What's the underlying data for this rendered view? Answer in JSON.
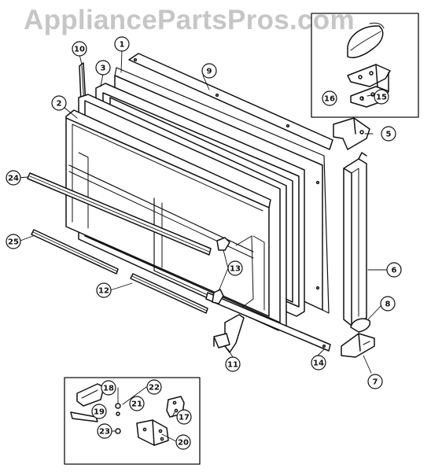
{
  "watermark": "AppliancePartsPros.com",
  "parts": [
    {
      "id": "p1",
      "label": "1"
    },
    {
      "id": "p2",
      "label": "2"
    },
    {
      "id": "p3",
      "label": "3"
    },
    {
      "id": "p5",
      "label": "5"
    },
    {
      "id": "p6",
      "label": "6"
    },
    {
      "id": "p7",
      "label": "7"
    },
    {
      "id": "p8",
      "label": "8"
    },
    {
      "id": "p9",
      "label": "9"
    },
    {
      "id": "p10",
      "label": "10"
    },
    {
      "id": "p11",
      "label": "11"
    },
    {
      "id": "p12",
      "label": "12"
    },
    {
      "id": "p13",
      "label": "13"
    },
    {
      "id": "p14",
      "label": "14"
    },
    {
      "id": "p15",
      "label": "15"
    },
    {
      "id": "p16",
      "label": "16"
    },
    {
      "id": "p17",
      "label": "17"
    },
    {
      "id": "p18",
      "label": "18"
    },
    {
      "id": "p19",
      "label": "19"
    },
    {
      "id": "p20",
      "label": "20"
    },
    {
      "id": "p21",
      "label": "21"
    },
    {
      "id": "p22",
      "label": "22"
    },
    {
      "id": "p23",
      "label": "23"
    },
    {
      "id": "p24",
      "label": "24"
    },
    {
      "id": "p25",
      "label": "25"
    }
  ]
}
